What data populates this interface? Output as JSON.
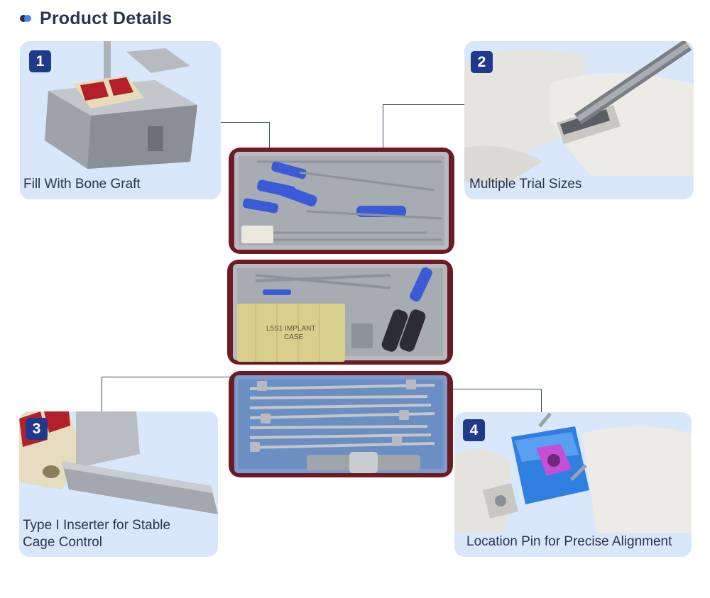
{
  "header": {
    "title": "Product Details"
  },
  "cards": [
    {
      "number": "1",
      "caption": "Fill With Bone Graft"
    },
    {
      "number": "2",
      "caption": "Multiple Trial Sizes"
    },
    {
      "number": "3",
      "caption_line1": "Type I Inserter for Stable",
      "caption_line2": "Cage Control"
    },
    {
      "number": "4",
      "caption": "Location Pin for Precise Alignment"
    }
  ],
  "tray2": {
    "label_line1": "L5S1 IMPLANT",
    "label_line2": "CASE"
  },
  "colors": {
    "card_background": "#d9e7fb",
    "badge": "#1f3a8a",
    "title": "#2b3350",
    "tray_frame": "#7a1f2a",
    "handle_blue": "#3b5bd6",
    "implant_purple": "#c64fd8",
    "implant_blue": "#2f7fe0"
  },
  "icons": {
    "header_marker": "dual-dot-icon"
  }
}
